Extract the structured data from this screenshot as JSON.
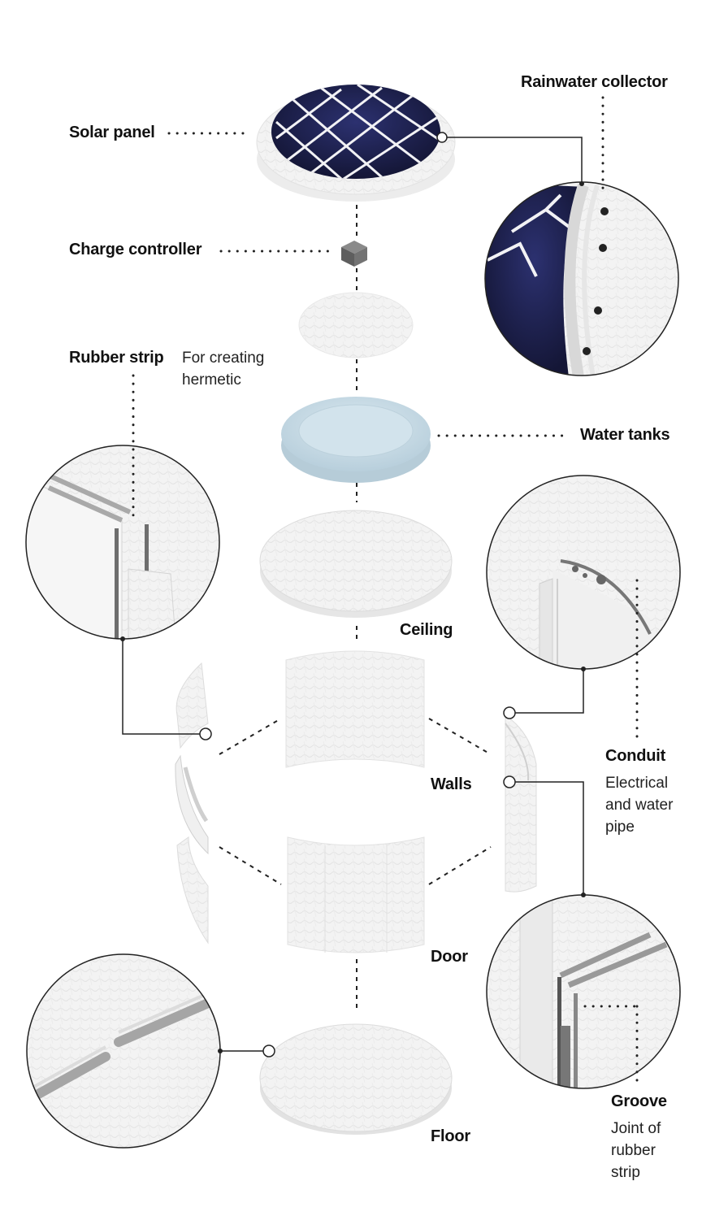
{
  "labels": {
    "solar_panel": "Solar panel",
    "rainwater_collector": "Rainwater collector",
    "charge_controller": "Charge controller",
    "rubber_strip": "Rubber strip",
    "rubber_strip_desc": [
      "For creating",
      "hermetic"
    ],
    "water_tanks": "Water tanks",
    "ceiling": "Ceiling",
    "walls": "Walls",
    "conduit": "Conduit",
    "conduit_desc": [
      "Electrical",
      "and water",
      "pipe"
    ],
    "door": "Door",
    "floor": "Floor",
    "groove": "Groove",
    "groove_desc": [
      "Joint of",
      "rubber",
      "strip"
    ]
  },
  "colors": {
    "solar": "#1e2150",
    "solar_grid": "#f2f2f5",
    "tank": "#c9dce6",
    "panel": "#f1f1f1",
    "panel_edge": "#dedede",
    "line": "#222222",
    "rubber": "#8a8a8a"
  }
}
